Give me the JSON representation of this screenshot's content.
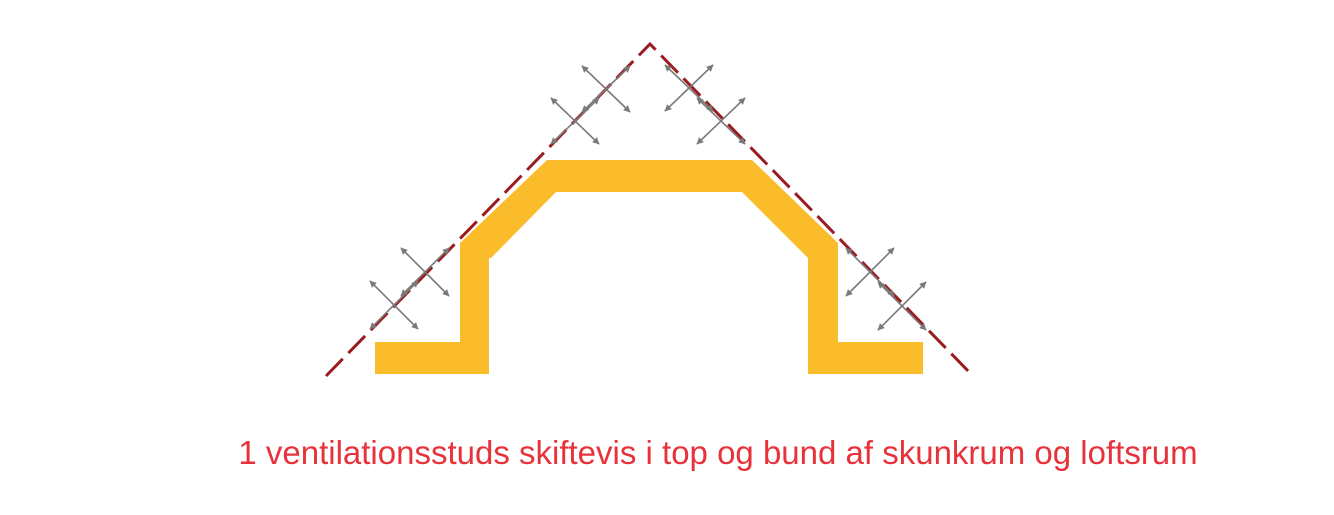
{
  "caption": {
    "text": "1 ventilationsstuds skiftevis i top og bund af skunkrum og loftsrum"
  },
  "colors": {
    "background": "#ffffff",
    "roof_line": "#9b1c20",
    "insulation": "#fbbc2b",
    "arrow": "#7a7a7a",
    "caption": "#e8323a"
  },
  "diagram": {
    "roof_line_style": "dashed",
    "insulation_shape": "hat-profile",
    "vent_arrow_icon": "double-headed-arrow"
  }
}
